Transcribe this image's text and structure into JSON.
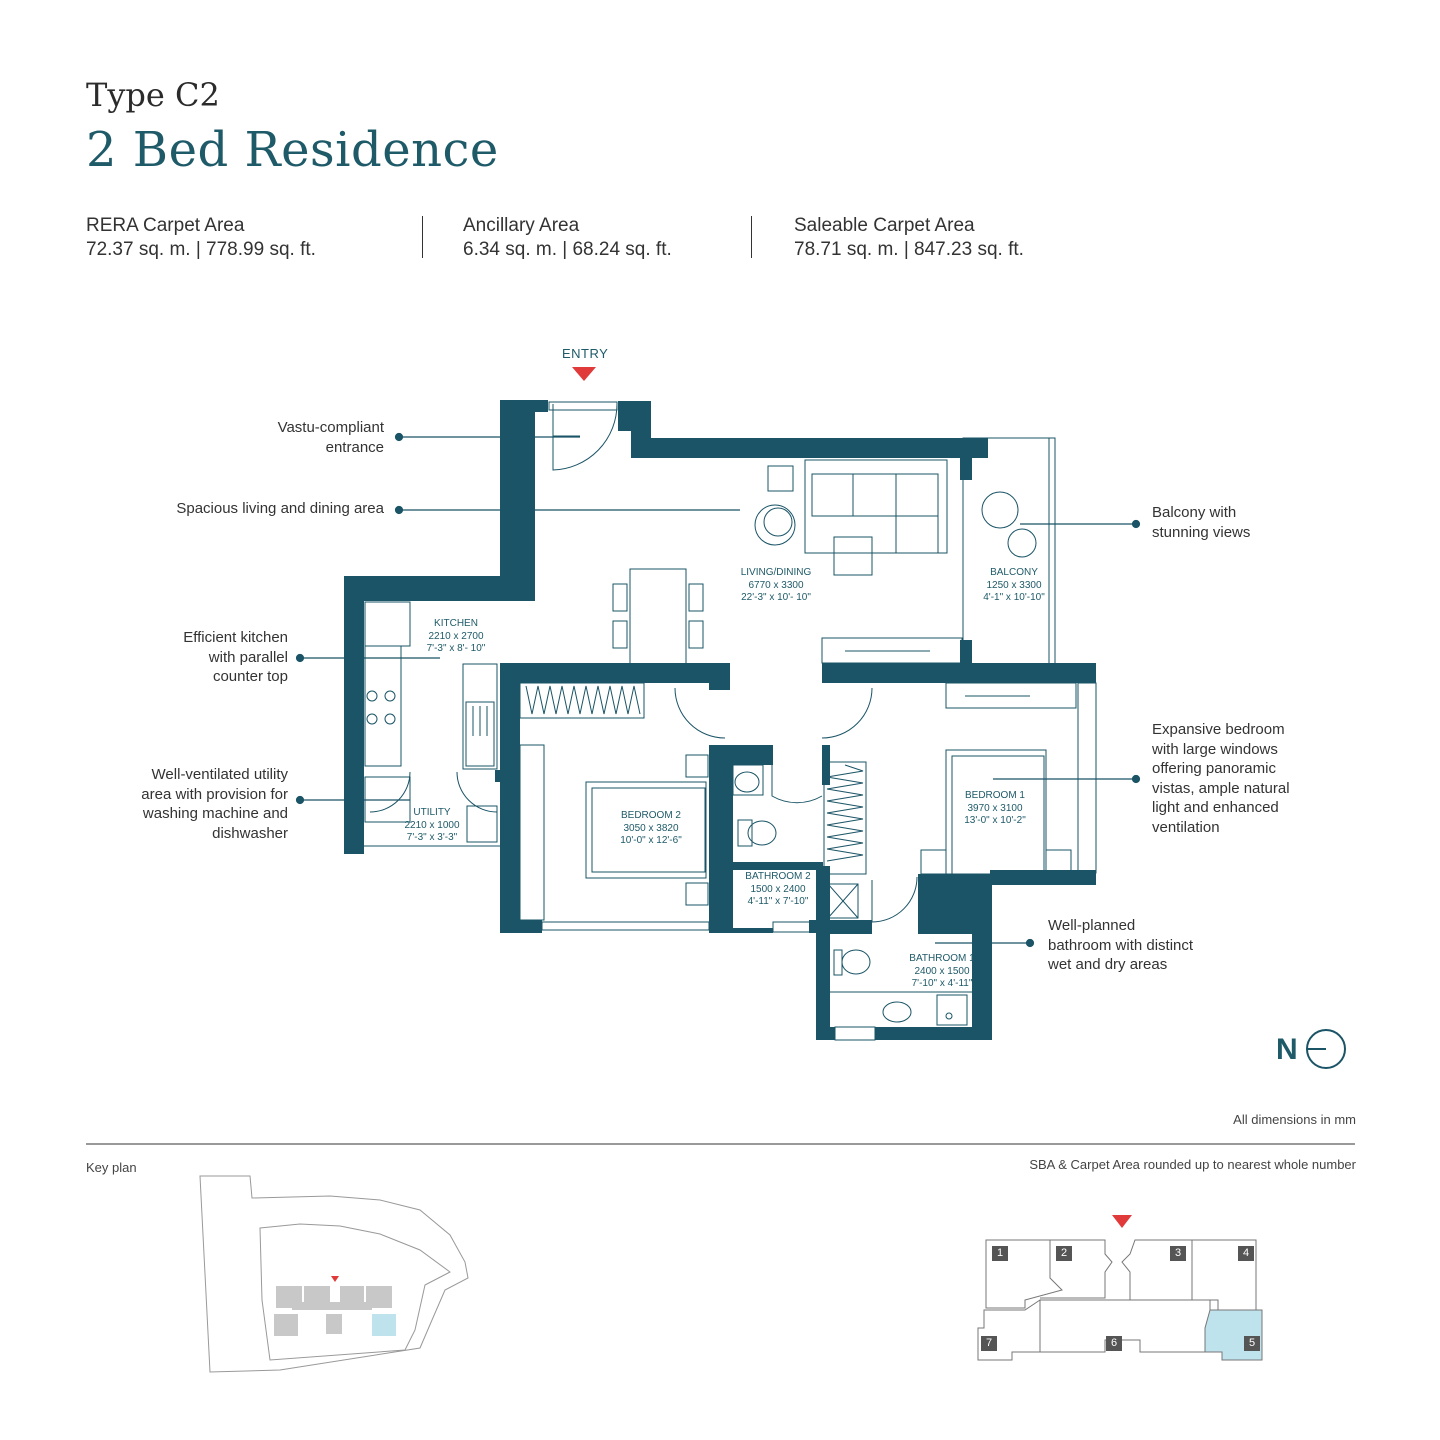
{
  "header": {
    "type_label": "Type C2",
    "title": "2 Bed Residence"
  },
  "areas": [
    {
      "label": "RERA Carpet Area",
      "value": "72.37 sq. m. | 778.99 sq. ft."
    },
    {
      "label": "Ancillary Area",
      "value": "6.34 sq. m. | 68.24 sq. ft."
    },
    {
      "label": "Saleable Carpet Area",
      "value": "78.71 sq. m. | 847.23 sq. ft."
    }
  ],
  "entry_label": "ENTRY",
  "callouts": {
    "entrance": [
      "Vastu-compliant",
      "entrance"
    ],
    "living": [
      "Spacious living and dining area"
    ],
    "kitchen": [
      "Efficient kitchen",
      "with parallel",
      "counter top"
    ],
    "utility": [
      "Well-ventilated utility",
      "area with provision for",
      "washing machine and",
      "dishwasher"
    ],
    "balcony": [
      "Balcony with",
      "stunning views"
    ],
    "bedroom": [
      "Expansive bedroom",
      "with large windows",
      "offering panoramic",
      "vistas, ample natural",
      "light and enhanced",
      "ventilation"
    ],
    "bathroom": [
      "Well-planned",
      "bathroom with distinct",
      "wet and dry areas"
    ]
  },
  "rooms": {
    "living": {
      "name": "LIVING/DINING",
      "mm": "6770 x 3300",
      "ft": "22'-3\" x 10'- 10\""
    },
    "balcony": {
      "name": "BALCONY",
      "mm": "1250 x 3300",
      "ft": "4'-1\" x 10'-10\""
    },
    "kitchen": {
      "name": "KITCHEN",
      "mm": "2210 x 2700",
      "ft": "7'-3\" x 8'- 10\""
    },
    "utility": {
      "name": "UTILITY",
      "mm": "2210 x 1000",
      "ft": "7'-3\" x 3'-3\""
    },
    "bedroom2": {
      "name": "BEDROOM 2",
      "mm": "3050 x 3820",
      "ft": "10'-0\" x 12'-6\""
    },
    "bedroom1": {
      "name": "BEDROOM 1",
      "mm": "3970 x 3100",
      "ft": "13'-0\" x 10'-2\""
    },
    "bathroom2": {
      "name": "BATHROOM 2",
      "mm": "1500 x 2400",
      "ft": "4'-11\" x 7'-10\""
    },
    "bathroom1": {
      "name": "BATHROOM 1",
      "mm": "2400 x 1500",
      "ft": "7'-10\" x 4'-11\""
    }
  },
  "compass_label": "N",
  "dimensions_note": "All dimensions in mm",
  "key_plan_label": "Key plan",
  "rounding_note": "SBA & Carpet Area rounded up to nearest whole number",
  "unit_numbers": [
    "1",
    "2",
    "3",
    "4",
    "5",
    "6",
    "7"
  ],
  "colors": {
    "wall": "#1a5466",
    "accent_text": "#1e5a68",
    "entry_marker": "#e03a3a",
    "highlight_unit": "#bfe3ec"
  }
}
